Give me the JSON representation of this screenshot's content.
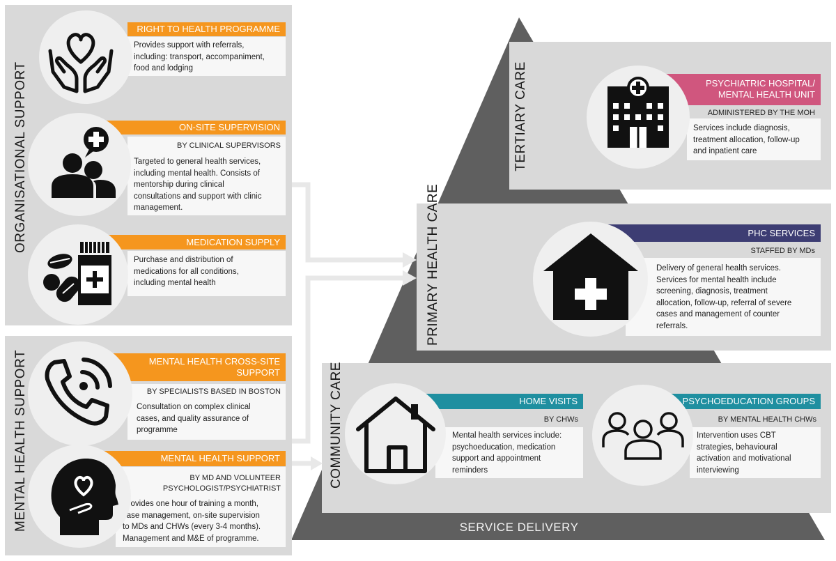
{
  "colors": {
    "orange": "#f5961e",
    "pink": "#d0567e",
    "navy": "#3d3d73",
    "teal": "#1f8fa0",
    "pyramid": "#5f5f5f",
    "panel": "#d9d9d9"
  },
  "left": {
    "org_label": "ORGANISATIONAL SUPPORT",
    "mh_label": "MENTAL HEALTH SUPPORT",
    "right_to_health": {
      "title": "RIGHT TO HEALTH PROGRAMME",
      "desc": [
        "Provides support with referrals,",
        "including: transport, accompaniment,",
        "food and lodging"
      ],
      "icon": "hands-heart-icon"
    },
    "onsite": {
      "title": "ON-SITE SUPERVISION",
      "subtitle": "BY CLINICAL SUPERVISORS",
      "desc": [
        "Targeted to general health services,",
        "including mental health. Consists of",
        "mentorship during clinical",
        "consultations and support with clinic",
        "management."
      ],
      "icon": "people-medical-icon"
    },
    "medication": {
      "title": "MEDICATION SUPPLY",
      "desc": [
        "Purchase and distribution of",
        "medications for all conditions,",
        "including mental health"
      ],
      "icon": "pills-bottle-icon"
    },
    "crosssite": {
      "title": [
        "MENTAL HEALTH CROSS-SITE",
        "SUPPORT"
      ],
      "subtitle": "BY SPECIALISTS BASED IN BOSTON",
      "desc": [
        "Consultation on complex clinical",
        "cases, and quality assurance of",
        "programme"
      ],
      "icon": "phone-call-icon"
    },
    "mhsupport": {
      "title": "MENTAL HEALTH SUPPORT",
      "subtitle": [
        "BY MD AND VOLUNTEER",
        "PSYCHOLOGIST/PSYCHIATRIST"
      ],
      "desc": [
        "Provides one hour of training a month,",
        "case management, on-site supervision",
        "to MDs and CHWs (every 3-4 months).",
        "Management and M&E of programme."
      ],
      "icon": "head-heart-icon"
    }
  },
  "pyramid": {
    "bottom_label": "SERVICE DELIVERY",
    "tertiary": {
      "label": "TERTIARY CARE",
      "title": [
        "PSYCHIATRIC HOSPITAL/",
        "MENTAL HEALTH UNIT"
      ],
      "subtitle": "ADMINISTERED BY THE MoH",
      "desc": [
        "Services include diagnosis,",
        "treatment allocation, follow-up",
        "and inpatient care"
      ],
      "icon": "hospital-icon"
    },
    "primary": {
      "label": "PRIMARY HEALTH CARE",
      "title": "PHC SERVICES",
      "subtitle": "STAFFED BY MDs",
      "desc": [
        "Delivery of general health services.",
        "Services for mental health include",
        "screening, diagnosis, treatment",
        "allocation, follow-up, referral of severe",
        "cases and management of counter",
        "referrals."
      ],
      "icon": "clinic-house-icon"
    },
    "community": {
      "label": "COMMUNITY CARE",
      "home": {
        "title": "HOME VISITS",
        "subtitle": "BY CHWs",
        "desc": [
          "Mental health services include:",
          "psychoeducation, medication",
          "support and appointment",
          "reminders"
        ],
        "icon": "house-icon"
      },
      "groups": {
        "title": "PSYCHOEDUCATION GROUPS",
        "subtitle": "BY MENTAL HEALTH CHWs",
        "desc": [
          "Intervention uses CBT",
          "strategies, behavioural",
          "activation and motivational",
          "interviewing"
        ],
        "icon": "group-icon"
      }
    }
  }
}
